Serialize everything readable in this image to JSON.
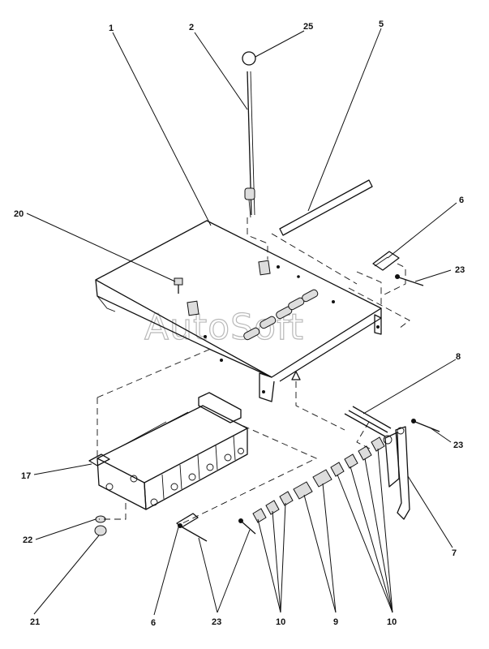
{
  "watermark": "AutoSoft",
  "callouts": {
    "c1": "1",
    "c2": "2",
    "c25": "25",
    "c5": "5",
    "c6a": "6",
    "c23a": "23",
    "c20": "20",
    "c8": "8",
    "c23b": "23",
    "c17": "17",
    "c22": "22",
    "c21": "21",
    "c7": "7",
    "c6b": "6",
    "c23c": "23",
    "c10a": "10",
    "c9": "9",
    "c10b": "10"
  }
}
